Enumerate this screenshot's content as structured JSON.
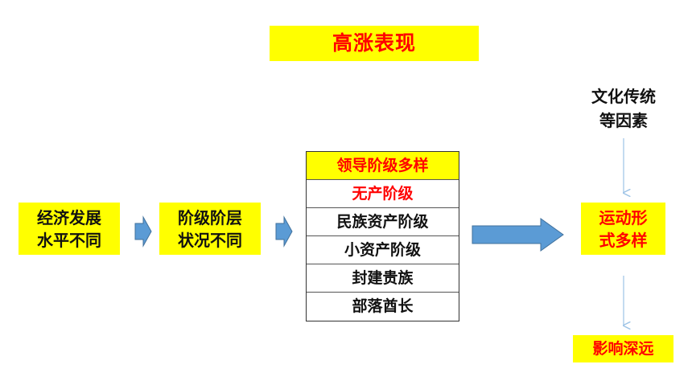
{
  "title": "高涨表现",
  "economy": [
    "经济发展",
    "水平不同"
  ],
  "classes": [
    "阶级阶层",
    "状况不同"
  ],
  "leadership": {
    "header": "领导阶级多样",
    "items": [
      "无产阶级",
      "民族资产阶级",
      "小资产阶级",
      "封建贵族",
      "部落酋长"
    ]
  },
  "factors": [
    "文化传统",
    "等因素"
  ],
  "forms": [
    "运动形",
    "式多样"
  ],
  "effect": "影响深远",
  "colors": {
    "highlight": "#ffff00",
    "accent_text": "#ff0000",
    "arrow_fill": "#5b9bd5",
    "connector": "#9dc3e6"
  }
}
